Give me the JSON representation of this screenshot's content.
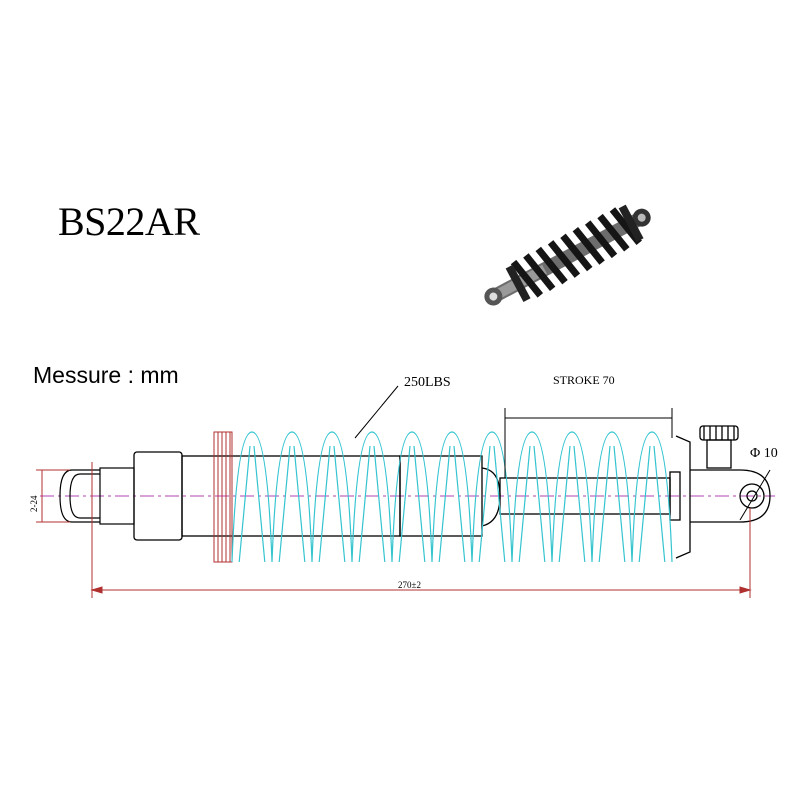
{
  "title": "BS22AR",
  "unit_note": "Messure : mm",
  "annotations": {
    "spring_rate": "250LBS",
    "stroke": "STROKE 70",
    "eye_diameter": "Φ 10",
    "overall_length": "270±2",
    "bushing_width": "2-24"
  },
  "colors": {
    "spring": "#33c4d0",
    "dimension": "#b03030",
    "centerline": "#b040b0",
    "outline": "#000000"
  }
}
